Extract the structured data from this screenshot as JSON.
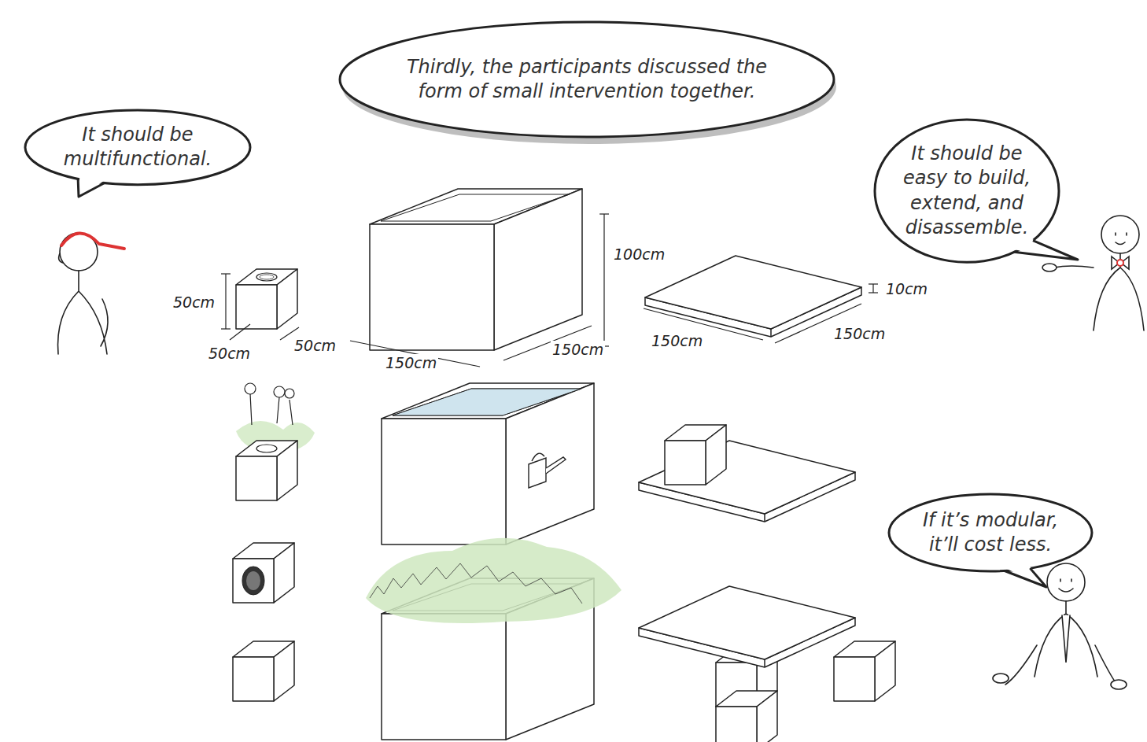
{
  "diagram": {
    "nodes": [
      {
        "text": [
          "Thirdly, the participants discussed the form of small intervention together."
        ]
      },
      {
        "text": [
          "It should be multifunctional."
        ]
      },
      {
        "text": [
          "It should be easy to build, extend, and disassemble."
        ]
      },
      {
        "text": [
          "If it’s modular, it’ll cost less."
        ]
      }
    ],
    "edges": [],
    "labels": [
      "50cm",
      "50cm",
      "50cm",
      "100cm",
      "150cm",
      "150cm",
      "10cm",
      "150cm",
      "150cm"
    ]
  }
}
